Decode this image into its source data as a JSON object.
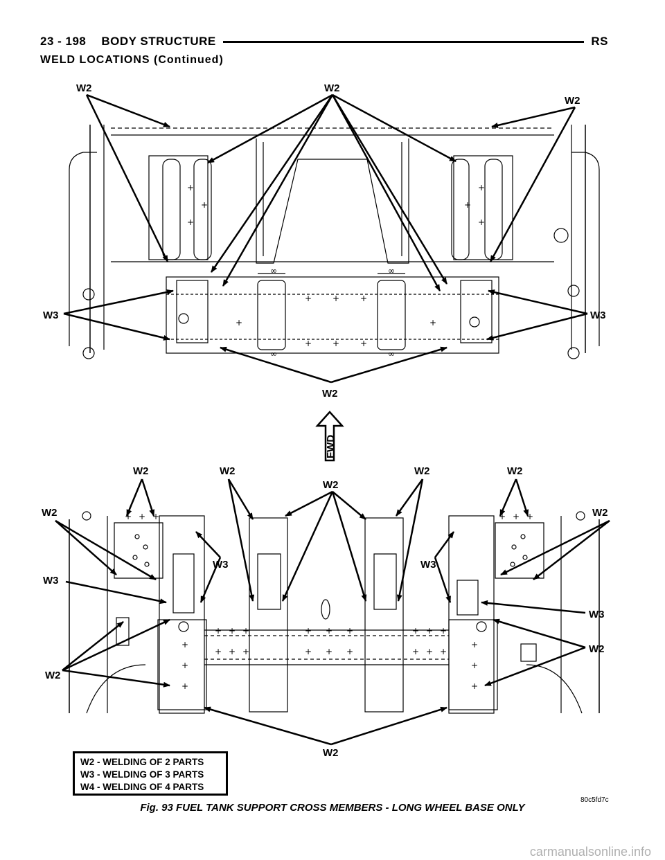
{
  "header": {
    "page_ref": "23 - 198",
    "chapter": "BODY STRUCTURE",
    "code": "RS"
  },
  "section_title": "WELD LOCATIONS (Continued)",
  "diagram_labels": {
    "w2": "W2",
    "w3": "W3",
    "fwd": "FWD"
  },
  "legend": [
    "W2 - WELDING OF 2 PARTS",
    "W3 - WELDING OF 3 PARTS",
    "W4 - WELDING OF 4 PARTS"
  ],
  "image_code": "80c5fd7c",
  "caption": "Fig. 93 FUEL TANK SUPPORT CROSS MEMBERS - LONG WHEEL BASE ONLY",
  "footer": "carmanualsonline.info"
}
